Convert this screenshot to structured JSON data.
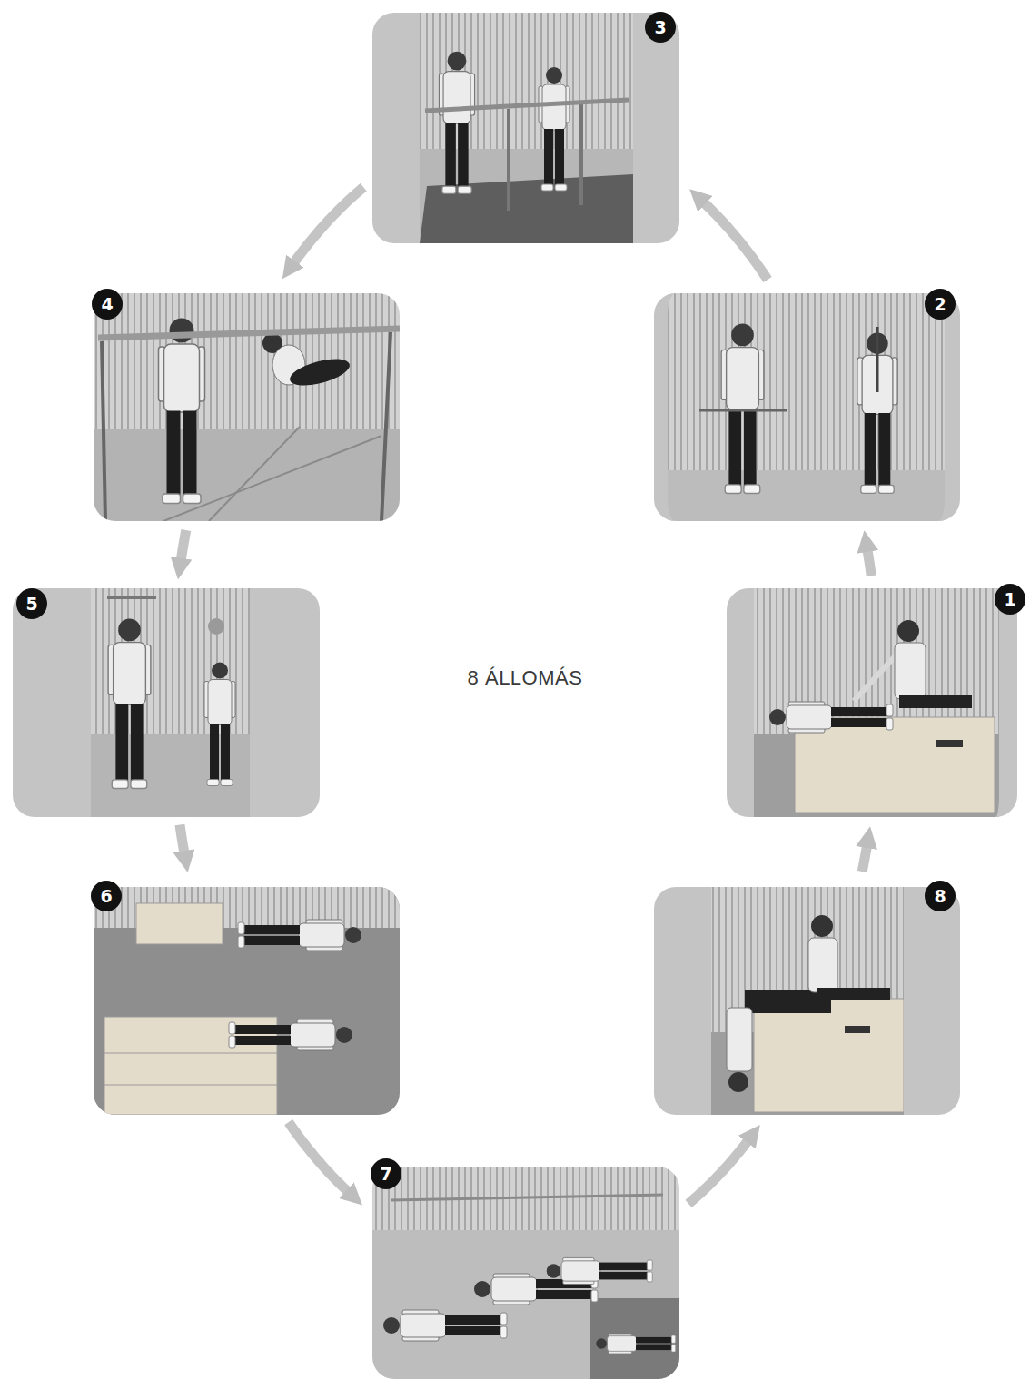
{
  "diagram": {
    "nodes": [
      {
        "text": [
          "1"
        ]
      },
      {
        "text": [
          "2"
        ]
      },
      {
        "text": [
          "3"
        ]
      },
      {
        "text": [
          "4"
        ]
      },
      {
        "text": [
          "5"
        ]
      },
      {
        "text": [
          "6"
        ]
      },
      {
        "text": [
          "7"
        ]
      },
      {
        "text": [
          "8"
        ]
      }
    ],
    "edges": [
      {
        "from": 0,
        "to": 1,
        "arrow": "to"
      },
      {
        "from": 1,
        "to": 2,
        "arrow": "to"
      },
      {
        "from": 2,
        "to": 3,
        "arrow": "to"
      },
      {
        "from": 3,
        "to": 4,
        "arrow": "to"
      },
      {
        "from": 4,
        "to": 5,
        "arrow": "to"
      },
      {
        "from": 5,
        "to": 6,
        "arrow": "to"
      },
      {
        "from": 6,
        "to": 7,
        "arrow": "to"
      },
      {
        "from": 7,
        "to": 0,
        "arrow": "to"
      }
    ],
    "labels": [
      "8 ÁLLOMÁS"
    ]
  }
}
